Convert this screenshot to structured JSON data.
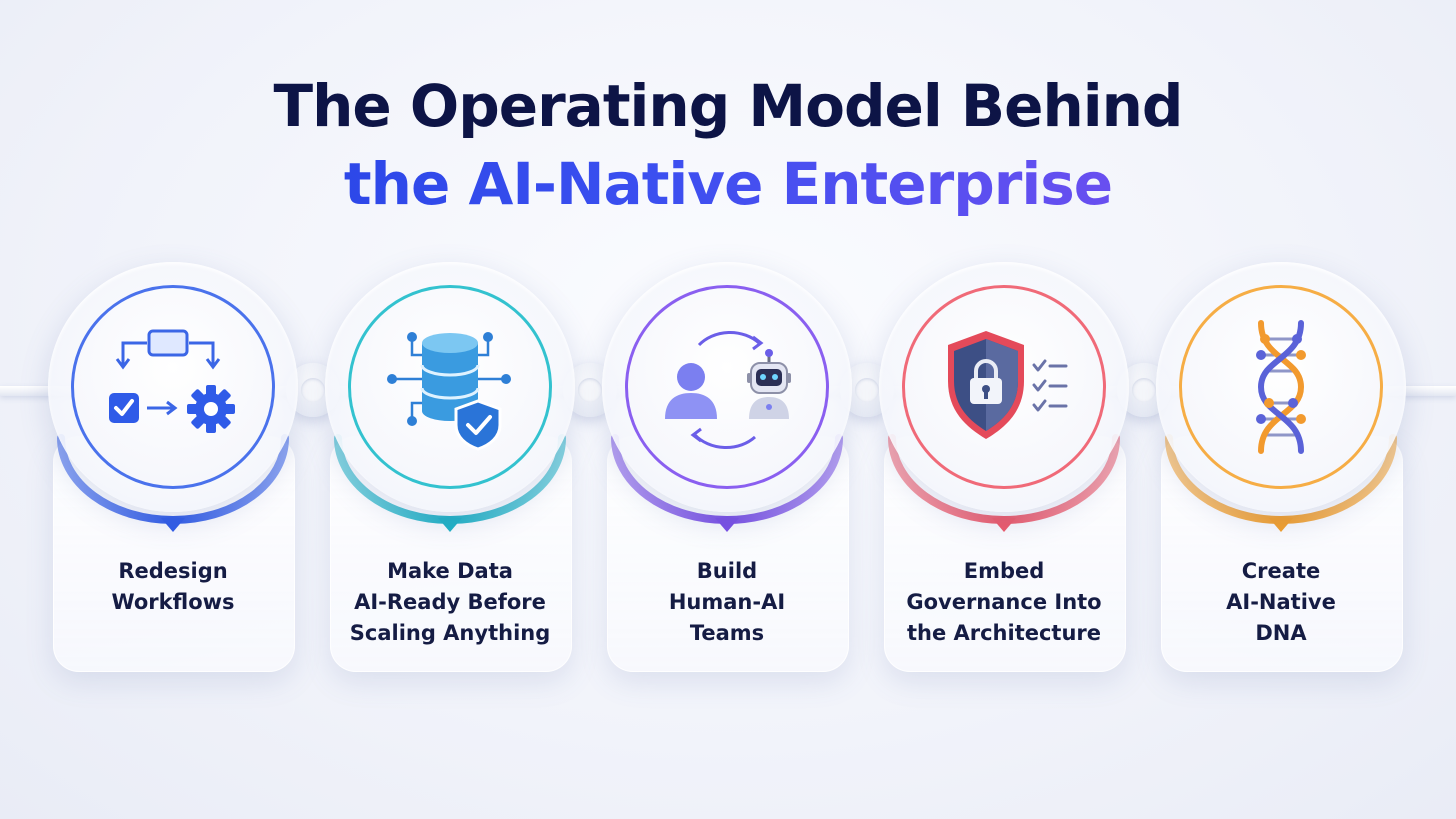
{
  "title": {
    "line1": "The Operating Model Behind",
    "line2": "the AI-Native Enterprise"
  },
  "steps": [
    {
      "lines": [
        "Redesign",
        "Workflows"
      ],
      "color": "#2f5be8",
      "icon": "workflow-icon"
    },
    {
      "lines": [
        "Make Data",
        "AI-Ready Before",
        "Scaling Anything"
      ],
      "color": "#1fb3c6",
      "icon": "database-shield-icon"
    },
    {
      "lines": [
        "Build",
        "Human-AI",
        "Teams"
      ],
      "color": "#7a4fe6",
      "icon": "human-robot-icon"
    },
    {
      "lines": [
        "Embed",
        "Governance Into",
        "the Architecture"
      ],
      "color": "#ef5a6a",
      "icon": "shield-lock-checklist-icon"
    },
    {
      "lines": [
        "Create",
        "AI-Native",
        "DNA"
      ],
      "color": "#f5a02a",
      "icon": "dna-icon"
    }
  ]
}
